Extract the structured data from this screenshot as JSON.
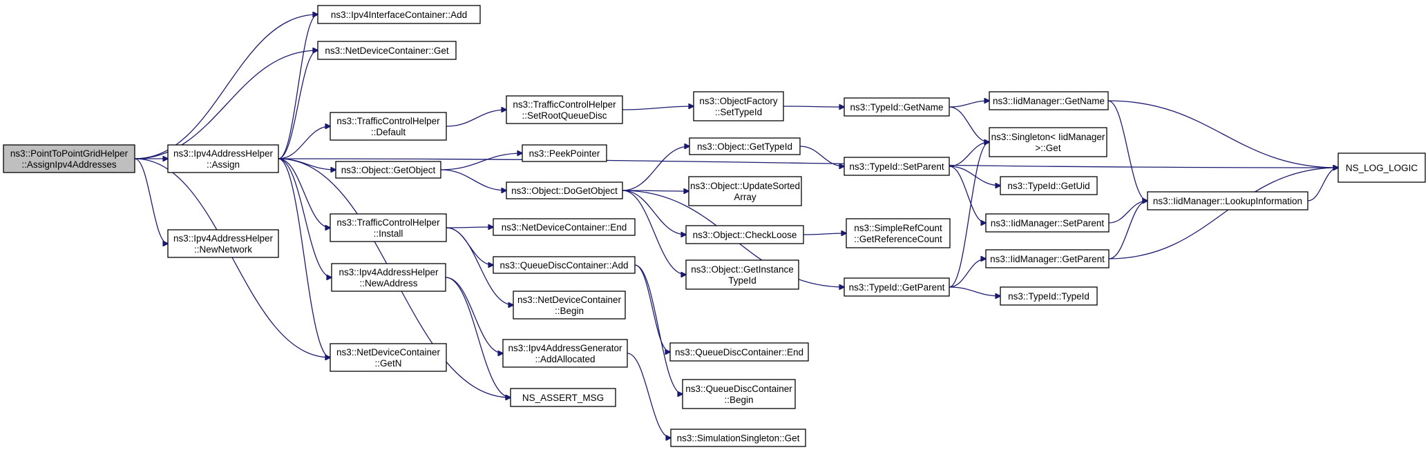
{
  "colors": {
    "edge": "#191970",
    "root_fill": "#bfbfbf",
    "node_fill": "#ffffff",
    "border": "#000000"
  },
  "nodes": [
    {
      "id": "root",
      "lines": [
        "ns3::PointToPointGridHelper",
        "::AssignIpv4Addresses"
      ],
      "root": true
    },
    {
      "id": "ipv4ic_add",
      "lines": [
        "ns3::Ipv4InterfaceContainer::Add"
      ]
    },
    {
      "id": "ndc_get",
      "lines": [
        "ns3::NetDeviceContainer::Get"
      ]
    },
    {
      "id": "ipv4ah_assign",
      "lines": [
        "ns3::Ipv4AddressHelper",
        "::Assign"
      ]
    },
    {
      "id": "ipv4ah_newnetwork",
      "lines": [
        "ns3::Ipv4AddressHelper",
        "::NewNetwork"
      ]
    },
    {
      "id": "tch_default",
      "lines": [
        "ns3::TrafficControlHelper",
        "::Default"
      ]
    },
    {
      "id": "obj_getobject",
      "lines": [
        "ns3::Object::GetObject"
      ]
    },
    {
      "id": "tch_install",
      "lines": [
        "ns3::TrafficControlHelper",
        "::Install"
      ]
    },
    {
      "id": "ipv4ah_newaddress",
      "lines": [
        "ns3::Ipv4AddressHelper",
        "::NewAddress"
      ]
    },
    {
      "id": "ndc_getn",
      "lines": [
        "ns3::NetDeviceContainer",
        "::GetN"
      ]
    },
    {
      "id": "tch_setroot",
      "lines": [
        "ns3::TrafficControlHelper",
        "::SetRootQueueDisc"
      ]
    },
    {
      "id": "peekpointer",
      "lines": [
        "ns3::PeekPointer"
      ]
    },
    {
      "id": "obj_dogetobject",
      "lines": [
        "ns3::Object::DoGetObject"
      ]
    },
    {
      "id": "ndc_end",
      "lines": [
        "ns3::NetDeviceContainer::End"
      ]
    },
    {
      "id": "qdc_add",
      "lines": [
        "ns3::QueueDiscContainer::Add"
      ]
    },
    {
      "id": "ndc_begin",
      "lines": [
        "ns3::NetDeviceContainer",
        "::Begin"
      ]
    },
    {
      "id": "ipv4ag_addalloc",
      "lines": [
        "ns3::Ipv4AddressGenerator",
        "::AddAllocated"
      ]
    },
    {
      "id": "ns_assert_msg",
      "lines": [
        "NS_ASSERT_MSG"
      ]
    },
    {
      "id": "simsingleton_get",
      "lines": [
        "ns3::SimulationSingleton::Get"
      ]
    },
    {
      "id": "objfactory_settypeid",
      "lines": [
        "ns3::ObjectFactory",
        "::SetTypeId"
      ]
    },
    {
      "id": "obj_gettypeid",
      "lines": [
        "ns3::Object::GetTypeId"
      ]
    },
    {
      "id": "obj_updatesorted",
      "lines": [
        "ns3::Object::UpdateSorted",
        "Array"
      ]
    },
    {
      "id": "obj_checkloose",
      "lines": [
        "ns3::Object::CheckLoose"
      ]
    },
    {
      "id": "obj_getinstance",
      "lines": [
        "ns3::Object::GetInstance",
        "TypeId"
      ]
    },
    {
      "id": "qdc_end",
      "lines": [
        "ns3::QueueDiscContainer::End"
      ]
    },
    {
      "id": "qdc_begin",
      "lines": [
        "ns3::QueueDiscContainer",
        "::Begin"
      ]
    },
    {
      "id": "typeid_getname",
      "lines": [
        "ns3::TypeId::GetName"
      ]
    },
    {
      "id": "typeid_setparent",
      "lines": [
        "ns3::TypeId::SetParent"
      ]
    },
    {
      "id": "simplerefcount",
      "lines": [
        "ns3::SimpleRefCount",
        "::GetReferenceCount"
      ]
    },
    {
      "id": "typeid_getparent",
      "lines": [
        "ns3::TypeId::GetParent"
      ]
    },
    {
      "id": "iidm_getname",
      "lines": [
        "ns3::IidManager::GetName"
      ]
    },
    {
      "id": "singleton_get",
      "lines": [
        "ns3::Singleton< IidManager",
        ">::Get"
      ]
    },
    {
      "id": "typeid_getuid",
      "lines": [
        "ns3::TypeId::GetUid"
      ]
    },
    {
      "id": "iidm_setparent",
      "lines": [
        "ns3::IidManager::SetParent"
      ]
    },
    {
      "id": "iidm_getparent",
      "lines": [
        "ns3::IidManager::GetParent"
      ]
    },
    {
      "id": "typeid_typeid",
      "lines": [
        "ns3::TypeId::TypeId"
      ]
    },
    {
      "id": "iidm_lookup",
      "lines": [
        "ns3::IidManager::LookupInformation"
      ]
    },
    {
      "id": "ns_log_logic",
      "lines": [
        "NS_LOG_LOGIC"
      ]
    }
  ],
  "edges": [
    [
      "root",
      "ipv4ic_add"
    ],
    [
      "root",
      "ndc_get"
    ],
    [
      "root",
      "ipv4ah_assign"
    ],
    [
      "root",
      "ipv4ah_newnetwork"
    ],
    [
      "root",
      "ndc_getn"
    ],
    [
      "ipv4ah_assign",
      "ipv4ic_add"
    ],
    [
      "ipv4ah_assign",
      "ndc_get"
    ],
    [
      "ipv4ah_assign",
      "ns_log_logic"
    ],
    [
      "ipv4ah_assign",
      "tch_default"
    ],
    [
      "ipv4ah_assign",
      "obj_getobject"
    ],
    [
      "ipv4ah_assign",
      "tch_install"
    ],
    [
      "ipv4ah_assign",
      "ipv4ah_newaddress"
    ],
    [
      "ipv4ah_assign",
      "ndc_getn"
    ],
    [
      "ipv4ah_assign",
      "ns_assert_msg"
    ],
    [
      "tch_default",
      "tch_setroot"
    ],
    [
      "tch_setroot",
      "objfactory_settypeid"
    ],
    [
      "objfactory_settypeid",
      "typeid_getname"
    ],
    [
      "obj_getobject",
      "peekpointer"
    ],
    [
      "obj_getobject",
      "obj_dogetobject"
    ],
    [
      "obj_dogetobject",
      "obj_gettypeid"
    ],
    [
      "obj_dogetobject",
      "obj_updatesorted"
    ],
    [
      "obj_dogetobject",
      "obj_checkloose"
    ],
    [
      "obj_dogetobject",
      "obj_getinstance"
    ],
    [
      "obj_dogetobject",
      "typeid_getparent"
    ],
    [
      "tch_install",
      "ndc_end"
    ],
    [
      "tch_install",
      "qdc_add"
    ],
    [
      "tch_install",
      "ndc_begin"
    ],
    [
      "qdc_add",
      "qdc_end"
    ],
    [
      "qdc_add",
      "qdc_begin"
    ],
    [
      "ipv4ah_newaddress",
      "ipv4ag_addalloc"
    ],
    [
      "ipv4ah_newaddress",
      "ns_assert_msg"
    ],
    [
      "ipv4ag_addalloc",
      "simsingleton_get"
    ],
    [
      "obj_gettypeid",
      "typeid_setparent"
    ],
    [
      "obj_checkloose",
      "simplerefcount"
    ],
    [
      "typeid_getname",
      "iidm_getname"
    ],
    [
      "typeid_getname",
      "singleton_get"
    ],
    [
      "typeid_setparent",
      "singleton_get"
    ],
    [
      "typeid_setparent",
      "typeid_getuid"
    ],
    [
      "typeid_setparent",
      "iidm_setparent"
    ],
    [
      "typeid_getparent",
      "singleton_get"
    ],
    [
      "typeid_getparent",
      "iidm_getparent"
    ],
    [
      "typeid_getparent",
      "typeid_typeid"
    ],
    [
      "iidm_getname",
      "ns_log_logic"
    ],
    [
      "iidm_getname",
      "iidm_lookup"
    ],
    [
      "iidm_setparent",
      "iidm_lookup"
    ],
    [
      "iidm_getparent",
      "iidm_lookup"
    ],
    [
      "iidm_getparent",
      "ns_log_logic"
    ],
    [
      "iidm_lookup",
      "ns_log_logic"
    ]
  ]
}
